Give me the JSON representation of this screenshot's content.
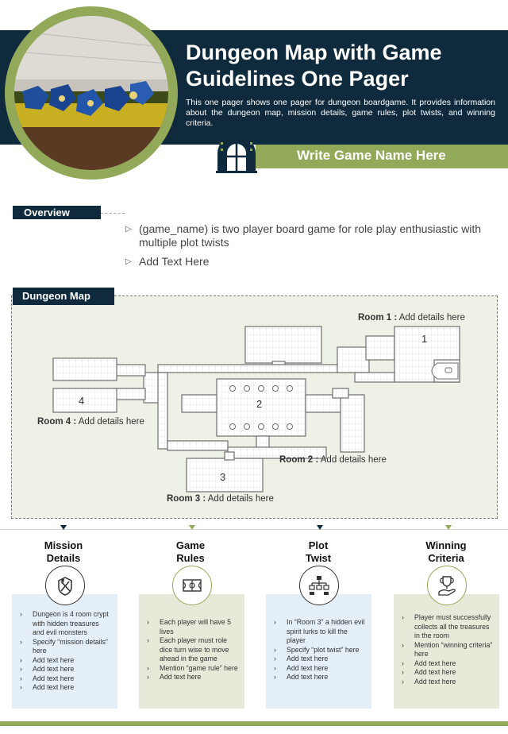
{
  "header": {
    "title_line1": "Dungeon Map with Game",
    "title_line2": "Guidelines One Pager",
    "subtitle": "This one pager shows one pager for dungeon boardgame. It provides information about the dungeon map, mission details, game rules, plot twists, and winning criteria.",
    "game_name": "Write Game Name Here"
  },
  "overview": {
    "label": "Overview",
    "bullets": [
      "(game_name) is two player board game for role play enthusiastic with multiple plot twists",
      "Add Text Here"
    ]
  },
  "map": {
    "label": "Dungeon Map",
    "rooms": [
      {
        "name": "Room 1 :",
        "details": " Add details here",
        "number": "1"
      },
      {
        "name": "Room 2 :",
        "details": " Add details here",
        "number": "2"
      },
      {
        "name": "Room 3 :",
        "details": " Add details here",
        "number": "3"
      },
      {
        "name": "Room 4 :",
        "details": " Add details here",
        "number": "4"
      }
    ]
  },
  "columns": [
    {
      "title_line1": "Mission",
      "title_line2": "Details",
      "icon": "axe-shield-icon",
      "items": [
        "Dungeon is 4 room crypt with hidden treasures and evil monsters",
        "Specify “mission details” here",
        "Add text here",
        "Add text here",
        "Add text here",
        "Add text here"
      ]
    },
    {
      "title_line1": "Game",
      "title_line2": "Rules",
      "icon": "court-icon",
      "items": [
        "Each player will have 5 lives",
        "Each player must role dice turn wise to move ahead in the game",
        "Mention “game rule” here",
        "Add text here"
      ]
    },
    {
      "title_line1": "Plot",
      "title_line2": "Twist",
      "icon": "flowchart-icon",
      "items": [
        "In “Room 3” a hidden evil spirit lurks to kill the player",
        "Specify “plot twist” here",
        "Add text here",
        "Add text here",
        "Add text here"
      ]
    },
    {
      "title_line1": "Winning",
      "title_line2": "Criteria",
      "icon": "trophy-hand-icon",
      "items": [
        "Player must successfully collects all the treasures in the room",
        "Mention “winning criteria” here",
        "Add text here",
        "Add text here",
        "Add text here"
      ]
    }
  ]
}
